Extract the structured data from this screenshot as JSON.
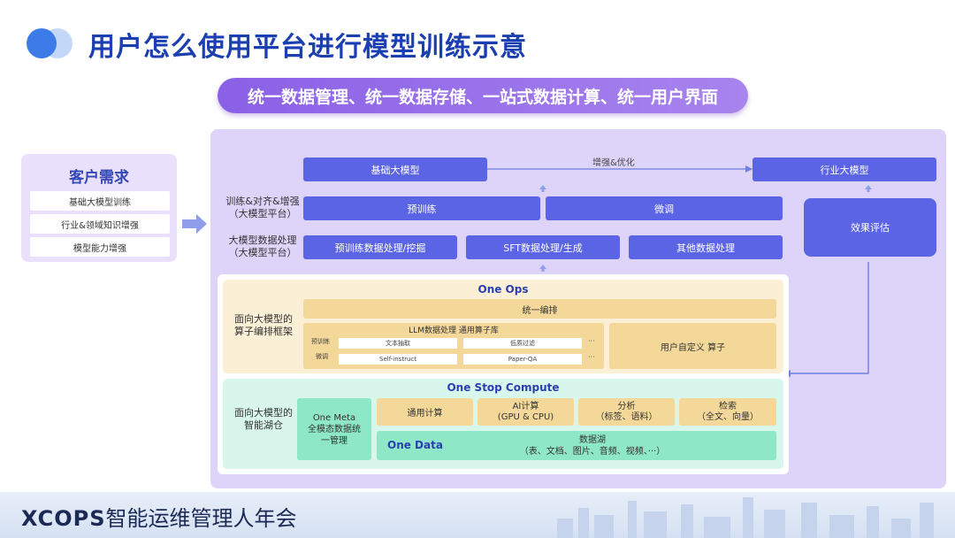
{
  "header": {
    "title": "用户怎么使用平台进行模型训练示意",
    "banner": "统一数据管理、统一数据存储、一站式数据计算、统一用户界面"
  },
  "customer": {
    "title": "客户需求",
    "items": [
      "基础大模型训练",
      "行业&领域知识增强",
      "模型能力增强"
    ]
  },
  "top_row": {
    "base_model": "基础大模型",
    "enhance_label": "增强&优化",
    "industry_model": "行业大模型"
  },
  "training_row": {
    "label_line1": "训练&对齐&增强",
    "label_line2": "（大模型平台）",
    "pretrain": "预训练",
    "finetune": "微调"
  },
  "data_row": {
    "label_line1": "大模型数据处理",
    "label_line2": "（大模型平台）",
    "pretrain_data": "预训练数据处理/挖掘",
    "sft_data": "SFT数据处理/生成",
    "other_data": "其他数据处理"
  },
  "evaluation": "效果评估",
  "one_ops": {
    "title": "One Ops",
    "side_label_line1": "面向大模型的",
    "side_label_line2": "算子编排框架",
    "orchestration": "统一编排",
    "llm_lib_title": "LLM数据处理 通用算子库",
    "row1_label": "预训练",
    "row2_label": "微调",
    "cells": [
      "文本抽取",
      "低质过滤",
      "Self-instruct",
      "Paper-QA"
    ],
    "ellipsis": "···",
    "custom_ops": "用户自定义 算子"
  },
  "one_stop": {
    "title": "One Stop Compute",
    "side_label_line1": "面向大模型的",
    "side_label_line2": "智能湖仓",
    "meta_line1": "One Meta",
    "meta_line2": "全模态数据统",
    "meta_line3": "一管理",
    "general_compute": "通用计算",
    "ai_compute_line1": "AI计算",
    "ai_compute_line2": "(GPU & CPU)",
    "analysis_line1": "分析",
    "analysis_line2": "（标签、语料）",
    "search_line1": "检索",
    "search_line2": "（全文、向量）",
    "one_data": "One Data",
    "lake_line1": "数据湖",
    "lake_line2": "（表、文档、图片、音频、视频、···）"
  },
  "footer": {
    "brand": "XCOPS",
    "subtitle": "智能运维管理人年会"
  },
  "colors": {
    "title": "#1b3fb0",
    "banner": "#8a60e6",
    "blue_box": "#5c64e6",
    "main_panel": "#ded4fa",
    "ops_bg": "#fbf0d6",
    "gold_box": "#f4d89a",
    "compute_bg": "#d9f6ec",
    "green_box": "#8ee8c7"
  }
}
